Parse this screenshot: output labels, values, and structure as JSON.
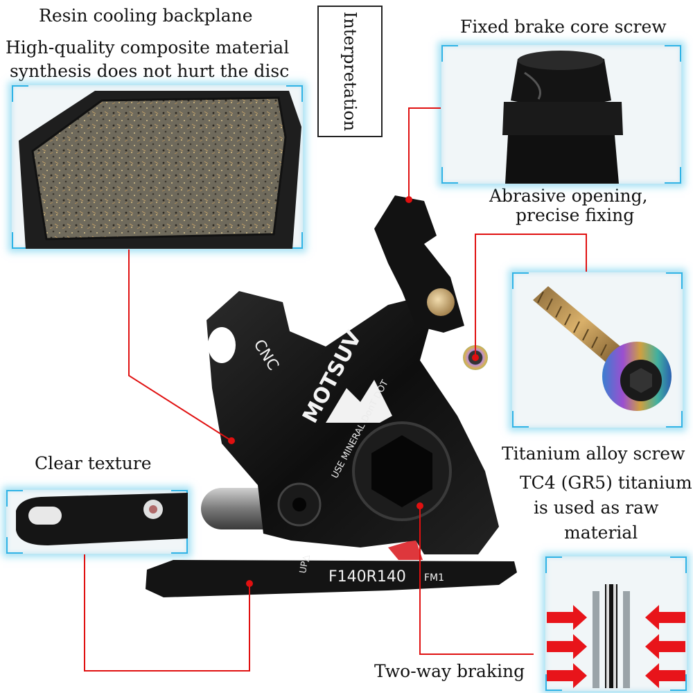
{
  "labels": {
    "resin_title": "Resin cooling backplane",
    "resin_desc_1": "High-quality composite material",
    "resin_desc_2": "synthesis does not hurt the disc",
    "interpretation": "Interpretation",
    "core_screw": "Fixed brake core screw",
    "abrasive_1": "Abrasive opening,",
    "abrasive_2": "precise fixing",
    "titanium_1": "Titanium alloy screw",
    "titanium_2": "TC4 (GR5) titanium",
    "titanium_3": "is used as raw",
    "titanium_4": "material",
    "clear_texture": "Clear texture",
    "two_way": "Two-way braking"
  },
  "caliper": {
    "brand": "MOTSUV",
    "warning": "USE MINERAL DonT DOT",
    "cnc": "CNC",
    "mount_code": "F140R140",
    "mount_suffix": "FM1",
    "up_mark": "UP△"
  },
  "colors": {
    "callout_line": "#e01010",
    "frame_glow": "#5ac8eb",
    "arrow": "#e8141a",
    "caliper_body": "#151515"
  }
}
